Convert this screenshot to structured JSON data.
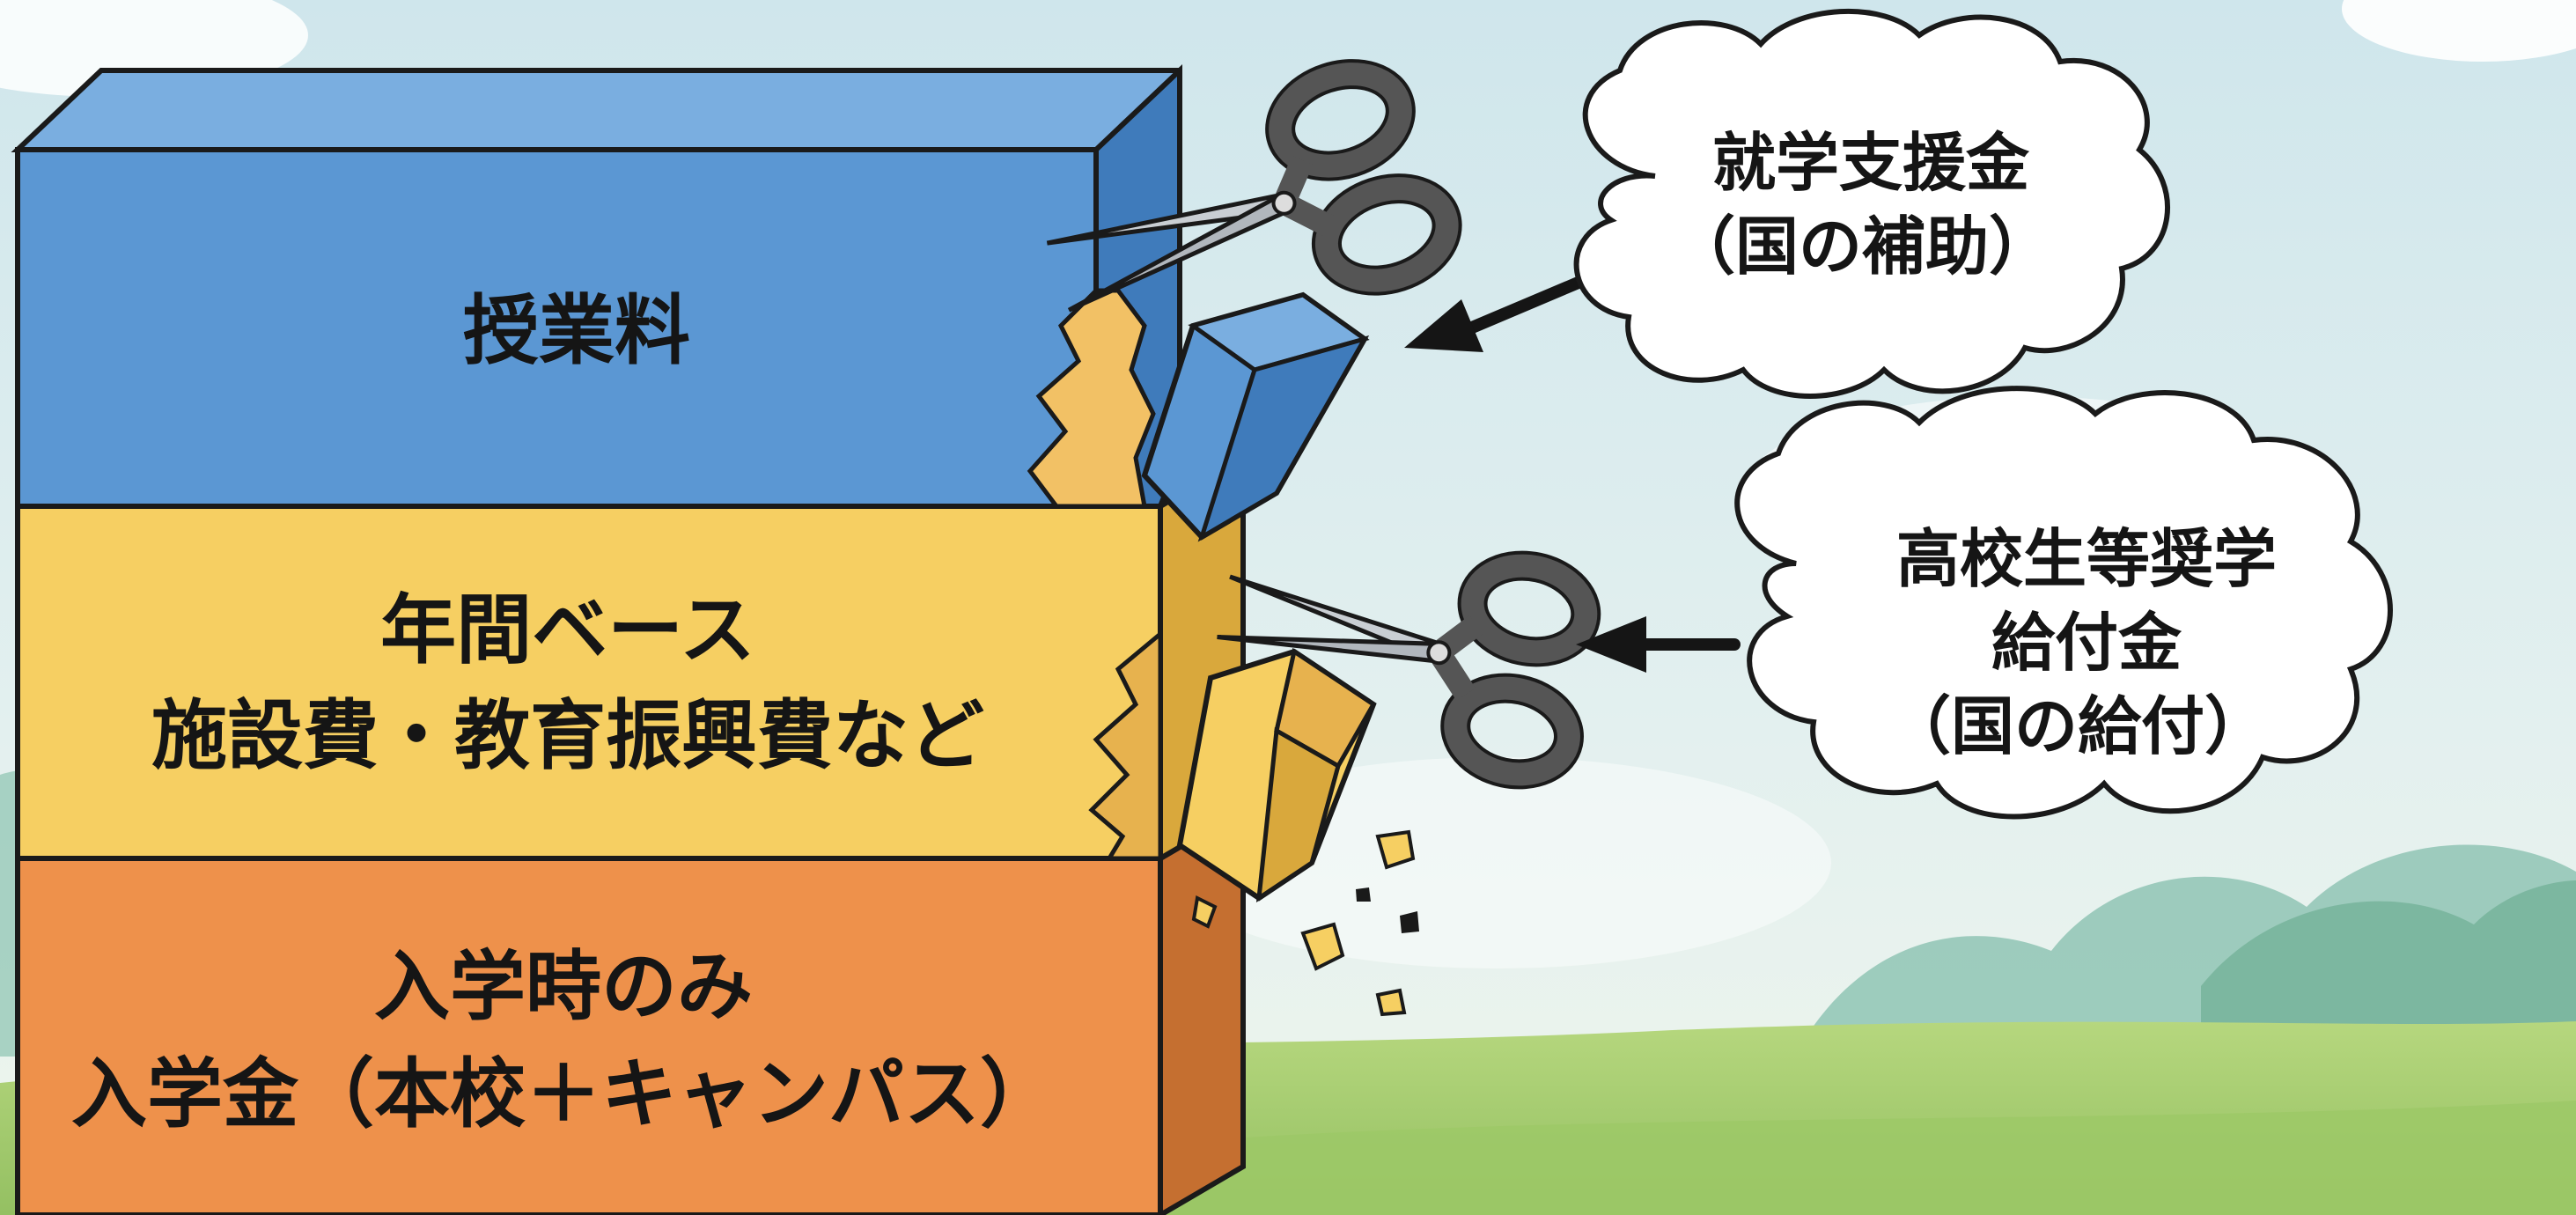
{
  "blocks": {
    "tuition": {
      "label": "授業料",
      "color": "#5b97d3"
    },
    "facility": {
      "line1": "年間ベース",
      "line2": "施設費・教育振興費など",
      "color": "#f6cf62"
    },
    "entrance": {
      "line1": "入学時のみ",
      "line2": "入学金（本校＋キャンパス）",
      "color": "#ee914b"
    }
  },
  "clouds": {
    "subsidy": {
      "line1": "就学支援金",
      "line2": "（国の補助）"
    },
    "scholarship": {
      "line1": "高校生等奨学",
      "line2": "給付金",
      "line3": "（国の給付）"
    }
  },
  "icons": [
    "scissors-icon",
    "arrow-left-icon"
  ],
  "colors": {
    "sky_top": "#cfe6ec",
    "sky_bottom": "#e9f3f0",
    "grass": "#a6cc72",
    "outline": "#1a1a1a"
  }
}
